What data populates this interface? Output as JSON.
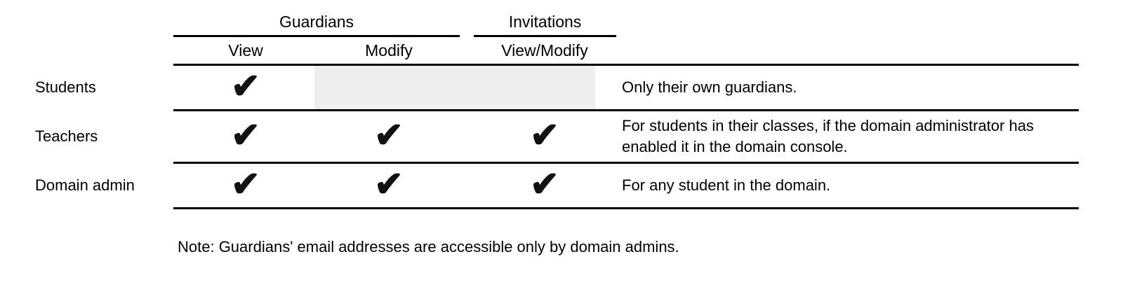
{
  "table": {
    "column_groups": [
      {
        "label": "Guardians",
        "columns": [
          "View",
          "Modify"
        ]
      },
      {
        "label": "Invitations",
        "columns": [
          "View/Modify"
        ]
      }
    ],
    "check_glyph": "✔",
    "rows": [
      {
        "label": "Students",
        "guardians_view": true,
        "guardians_modify": false,
        "invitations_view_modify": false,
        "shaded_cells": true,
        "note": "Only their own guardians."
      },
      {
        "label": "Teachers",
        "guardians_view": true,
        "guardians_modify": true,
        "invitations_view_modify": true,
        "shaded_cells": false,
        "note": "For students in their classes, if the domain administrator has enabled it in the domain console."
      },
      {
        "label": "Domain admin",
        "guardians_view": true,
        "guardians_modify": true,
        "invitations_view_modify": true,
        "shaded_cells": false,
        "note": "For any student in the domain."
      }
    ]
  },
  "footnote": "Note: Guardians' email addresses are accessible only by domain admins.",
  "colors": {
    "background": "#ffffff",
    "text": "#000000",
    "rule": "#000000",
    "shaded_cell": "#eeeeee"
  }
}
